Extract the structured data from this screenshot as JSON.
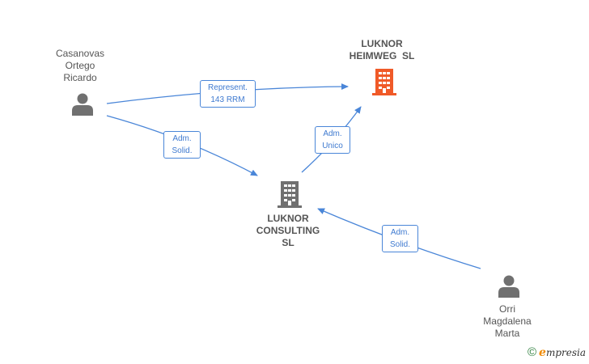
{
  "nodes": {
    "casanovas": {
      "name_lines": [
        "Casanovas",
        "Ortego",
        "Ricardo"
      ],
      "icon": "person-icon"
    },
    "orri": {
      "name_lines": [
        "Orri",
        "Magdalena",
        "Marta"
      ],
      "icon": "person-icon"
    },
    "heimweg": {
      "name_lines": [
        "LUKNOR",
        "HEIMWEG  SL"
      ],
      "icon": "building-icon"
    },
    "consulting": {
      "name_lines": [
        "LUKNOR",
        "CONSULTING",
        "SL"
      ],
      "icon": "building-icon"
    }
  },
  "edges": {
    "represent": {
      "lines": [
        "Represent.",
        "143 RRM"
      ]
    },
    "adm_solid_1": {
      "lines": [
        "Adm.",
        "Solid."
      ]
    },
    "adm_unico": {
      "lines": [
        "Adm.",
        "Unico"
      ]
    },
    "adm_solid_2": {
      "lines": [
        "Adm.",
        "Solid."
      ]
    }
  },
  "brand": {
    "copyright": "©",
    "e": "e",
    "rest": "mpresia"
  },
  "colors": {
    "edge": "#4a86d8",
    "highlight_building": "#f05a28",
    "building": "#707070",
    "person": "#707070",
    "label_text": "#555555"
  }
}
